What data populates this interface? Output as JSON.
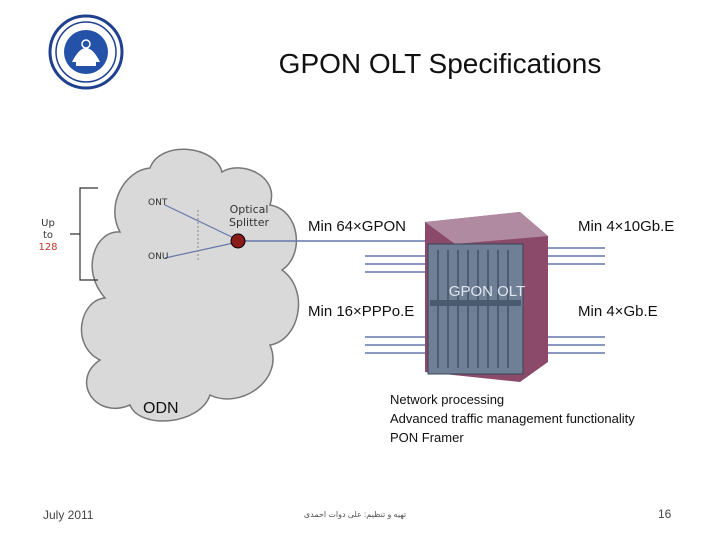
{
  "title": "GPON OLT Specifications",
  "diagram": {
    "ont_label": "ONT",
    "onu_label": "ONU",
    "splitter_label": "Optical Splitter",
    "up_to_label": "Up to",
    "up_to_value": "128",
    "odn_label": "ODN",
    "olt_label": "GPON OLT",
    "ports": {
      "gpon": "Min 64×GPON",
      "pppoe": "Min 16×PPPo.E",
      "ge10": "Min 4×10Gb.E",
      "ge": "Min 4×Gb.E"
    },
    "features": [
      "Network processing",
      "Advanced traffic management functionality",
      "PON Framer"
    ]
  },
  "footer": {
    "date": "July 2011",
    "credit": "تهیه و تنظیم: علی دوات احمدی",
    "page_number": "16"
  },
  "colors": {
    "cloud": "#d9d9d9",
    "splitter": "#8b1a1a",
    "lines": "#6677aa",
    "olt_side": "#8b4a6a"
  }
}
